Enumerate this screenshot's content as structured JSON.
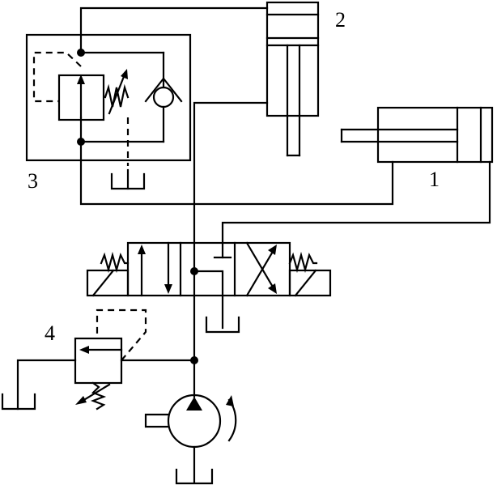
{
  "labels": {
    "cylinder_1": "1",
    "cylinder_2": "2",
    "valve_block_3": "3",
    "relief_valve_4": "4"
  }
}
